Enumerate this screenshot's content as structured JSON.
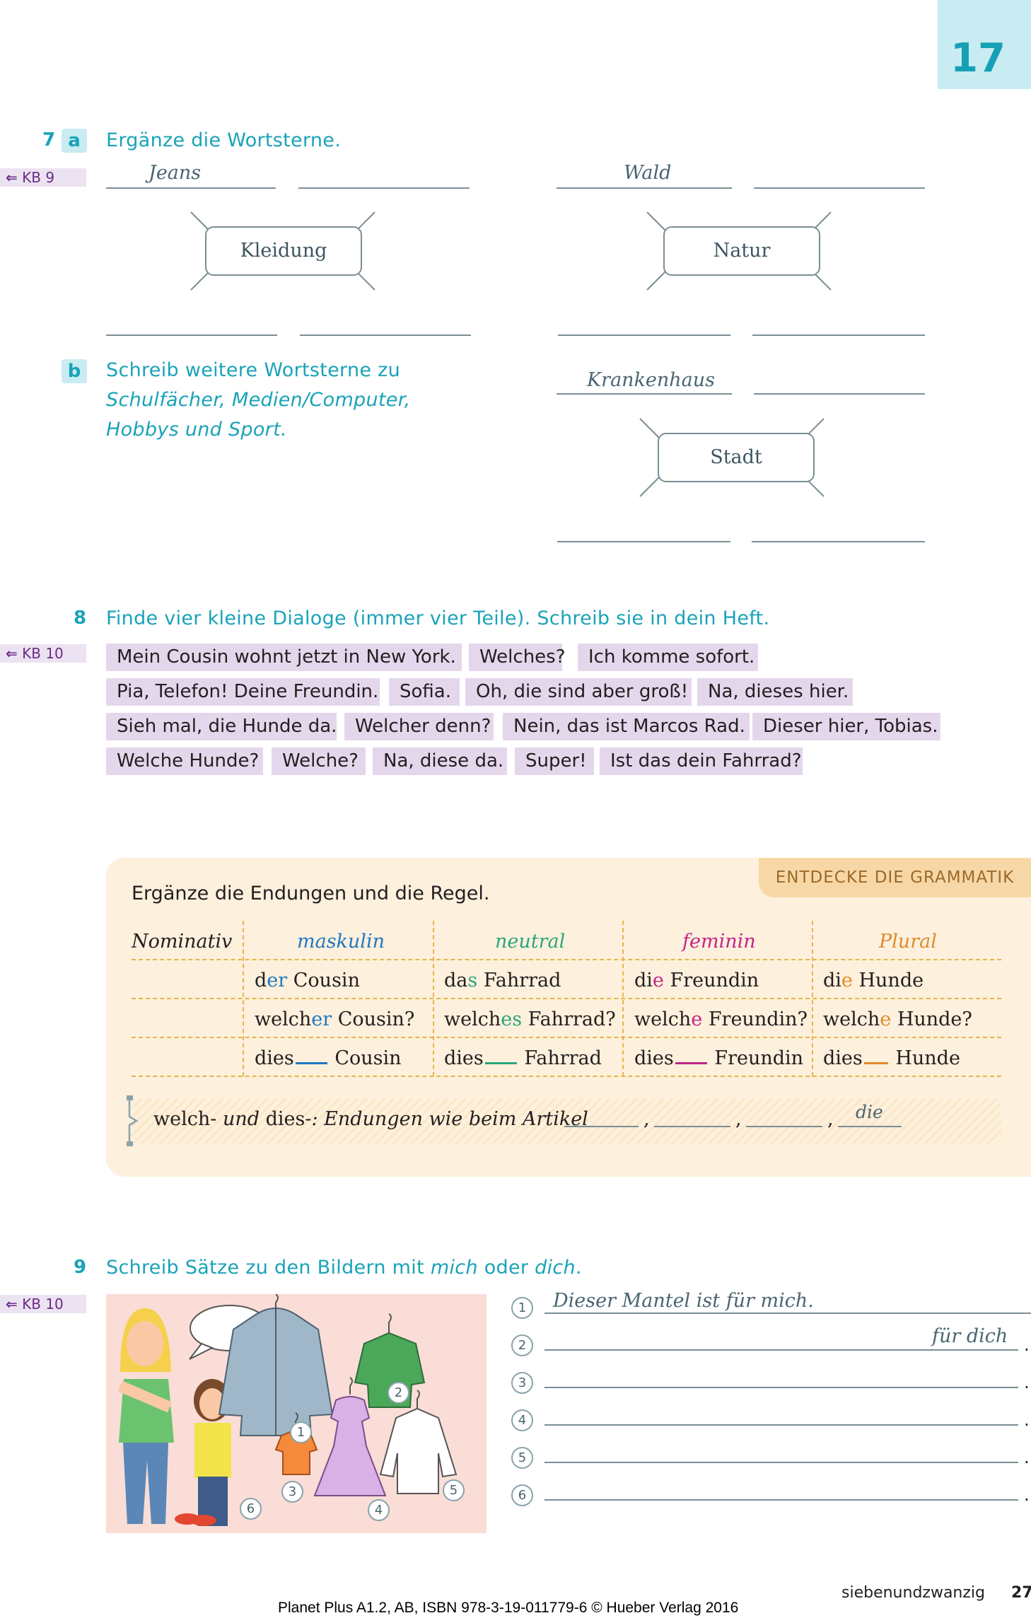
{
  "chapter_number": "17",
  "ex7": {
    "number": "7",
    "part_a": "a",
    "instruction_a": "Ergänze die Wortsterne.",
    "kb_ref": "KB 9",
    "part_b": "b",
    "instruction_b_line1": "Schreib weitere Wortsterne zu",
    "instruction_b_line2": "Schulfächer, Medien/Computer,",
    "instruction_b_line3": "Hobbys und Sport.",
    "stars": [
      {
        "center": "Kleidung",
        "example": "Jeans"
      },
      {
        "center": "Natur",
        "example": "Wald"
      },
      {
        "center": "Stadt",
        "example": "Krankenhaus"
      }
    ]
  },
  "ex8": {
    "number": "8",
    "instruction": "Finde vier kleine Dialoge (immer vier Teile). Schreib sie in dein Heft.",
    "kb_ref": "KB 10",
    "rows": [
      [
        "Mein Cousin wohnt jetzt in New York.",
        "Welches?",
        "Ich komme sofort."
      ],
      [
        "Pia, Telefon! Deine Freundin.",
        "Sofia.",
        "Oh, die sind aber groß!",
        "Na, dieses hier."
      ],
      [
        "Sieh mal, die Hunde da.",
        "Welcher denn?",
        "Nein, das ist Marcos Rad.",
        "Dieser hier, Tobias."
      ],
      [
        "Welche Hunde?",
        "Welche?",
        "Na, diese da.",
        "Super!",
        "Ist das dein Fahrrad?"
      ]
    ]
  },
  "grammar": {
    "tag": "ENTDECKE DIE GRAMMATIK",
    "instruction": "Ergänze die Endungen und die Regel.",
    "col_nominativ": "Nominativ",
    "col_maskulin": "maskulin",
    "col_neutral": "neutral",
    "col_feminin": "feminin",
    "col_plural": "Plural",
    "colors": {
      "maskulin": "#1f78c4",
      "neutral": "#2aa57c",
      "feminin": "#c4238a",
      "plural": "#e08a2c"
    },
    "row1": {
      "m_stem": "d",
      "m_end": "er",
      "m_noun": " Cousin",
      "n_stem": "da",
      "n_end": "s",
      "n_noun": " Fahrrad",
      "f_stem": "di",
      "f_end": "e",
      "f_noun": " Freundin",
      "p_stem": "di",
      "p_end": "e",
      "p_noun": " Hunde"
    },
    "row2": {
      "m_stem": "welch",
      "m_end": "er",
      "m_noun": " Cousin?",
      "n_stem": "welch",
      "n_end": "es",
      "n_noun": " Fahrrad?",
      "f_stem": "welch",
      "f_end": "e",
      "f_noun": " Freundin?",
      "p_stem": "welch",
      "p_end": "e",
      "p_noun": " Hunde?"
    },
    "row3": {
      "m_stem": "dies",
      "m_noun": "Cousin",
      "n_stem": "dies",
      "n_noun": "Fahrrad",
      "f_stem": "dies",
      "f_noun": "Freundin",
      "p_stem": "dies",
      "p_noun": "Hunde"
    },
    "rule_part1": "welch-",
    "rule_und": " und ",
    "rule_part2": "dies-",
    "rule_part3": ": Endungen wie beim Artikel",
    "rule_answer": "die",
    "comma": ","
  },
  "ex9": {
    "number": "9",
    "instruction_pre": "Schreib Sätze zu den Bildern mit ",
    "instruction_mich": "mich",
    "instruction_mid": " oder ",
    "instruction_dich": "dich",
    "instruction_end": ".",
    "kb_ref": "KB 10",
    "lines": [
      {
        "n": "1",
        "text": "Dieser Mantel ist für mich."
      },
      {
        "n": "2",
        "text": "für dich"
      },
      {
        "n": "3",
        "text": ""
      },
      {
        "n": "4",
        "text": ""
      },
      {
        "n": "5",
        "text": ""
      },
      {
        "n": "6",
        "text": ""
      }
    ],
    "picture_numbers": [
      "1",
      "2",
      "3",
      "4",
      "5",
      "6"
    ],
    "period": "."
  },
  "page_word": "siebenundzwanzig",
  "page_number": "27",
  "footer": "Planet Plus A1.2, AB, ISBN 978-3-19-011779-6 © Hueber Verlag 2016"
}
